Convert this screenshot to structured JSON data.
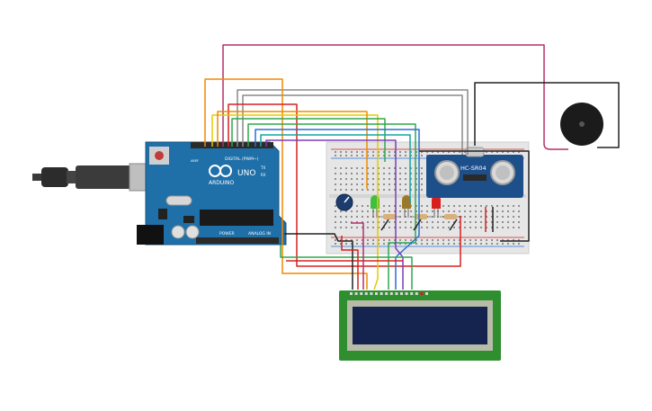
{
  "arduino": {
    "brand": "ARDUINO",
    "model": "UNO",
    "digital_label": "DIGITAL (PWM~)",
    "power_label": "POWER",
    "analog_label": "ANALOG IN",
    "aref_label": "AREF",
    "tx_label": "TX",
    "rx_label": "RX",
    "color": "#1f6fa8"
  },
  "sensor": {
    "label": "HC-SR04",
    "color": "#1d4f8a"
  },
  "lcd": {
    "board_color": "#2f8f2f",
    "screen_color": "#15244f"
  },
  "buzzer": {
    "color": "#1b1b1b"
  },
  "leds": [
    {
      "color": "#3fbf3f"
    },
    {
      "color": "#9a7a2a"
    },
    {
      "color": "#d91e1e"
    }
  ],
  "wire_colors": {
    "magenta": "#b0306e",
    "gray": "#8a8a8a",
    "orange": "#f08a00",
    "red": "#d62020",
    "yellow": "#e8c800",
    "green": "#2ea84a",
    "blue": "#2a6fd6",
    "purple": "#7b3fb5",
    "black": "#222222",
    "teal": "#17a3a3"
  }
}
